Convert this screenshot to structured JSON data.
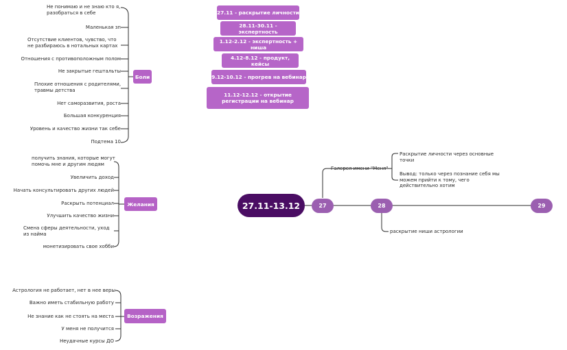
{
  "schedule": [
    "27.11 - раскрытие личности",
    "28.11-30.11 - экспертность",
    "1.12-2.12 - экспертность + ниша",
    "4.12-8.12 - продукт, кейсы",
    "9.12-10.12 - прогрев на вебинар",
    "11.12-12.12 - открытие регистрации на вебинар"
  ],
  "pains": {
    "title": "Боли",
    "items": [
      "Не понимаю и не знаю кто я, разобраться в себе",
      "Маленькая зп",
      "Отсутствие клиентов, чувство, что не разбираюсь в нотальных картах",
      "Отношения с противоположным полом",
      "Не закрытые гештальты",
      "Плохие отношения с родителями, травмы детства",
      "Нет саморазвития, роста",
      "Большая конкуренция",
      "Уровень и качество жизни так себе",
      "Подтема 10"
    ]
  },
  "desires": {
    "title": "Желания",
    "items": [
      "получить знания, которые могут помочь мне и другим людям",
      "Увеличить доход",
      "Начать консультировать других людей",
      "Раскрыть потенциал",
      "Улучшить качество жизни",
      "Смена сферы деятельности, уход из найма",
      "монетизировать свое хобби"
    ]
  },
  "objections": {
    "title": "Возражения",
    "items": [
      "Астрология не работает, нет в нее веры",
      "Важно иметь стабильную работу",
      "Не знание как не стоять на места",
      "У меня не получится",
      "Неудачные курсы ДО"
    ]
  },
  "central": {
    "label": "27.11-13.12"
  },
  "timeline": {
    "nodes": [
      "27",
      "28",
      "29"
    ],
    "node27": {
      "branch": "Галерея имени \"Меня\"",
      "sub": [
        "Раскрытие личности через основные точки",
        "Вывод: только через познание себя мы можем прийти к тому, чего действительно хотим"
      ]
    },
    "node28": {
      "branch": "раскрытие ниши астрологии"
    }
  },
  "colors": {
    "central": "#4a0d63",
    "category": "#b562c6",
    "node": "#9b5fb0",
    "line": "#2b2b2b"
  }
}
